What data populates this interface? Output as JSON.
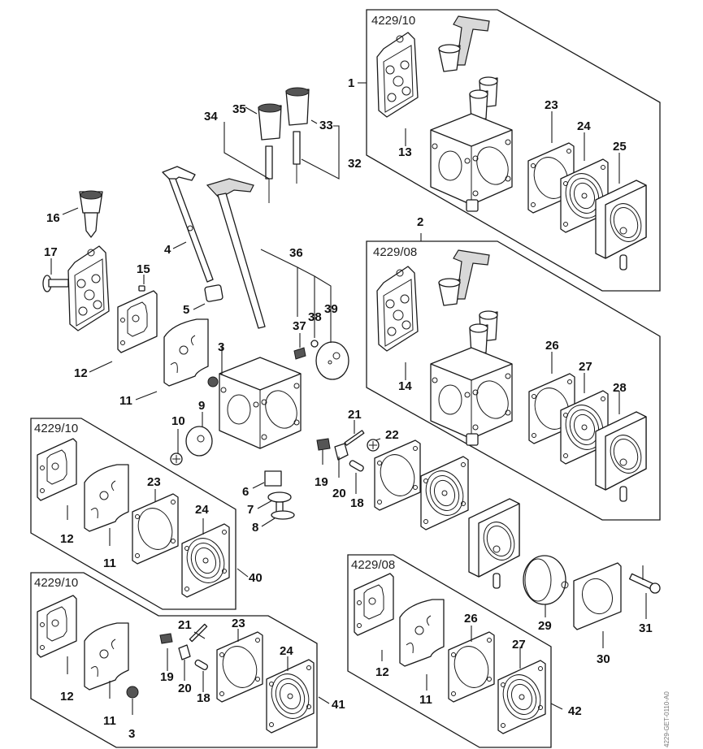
{
  "diagram": {
    "title": "Carburetor exploded parts diagram",
    "doc_id": "4229-GET-0110-A0",
    "kit_labels": {
      "top_kit": "4229/10",
      "middle_kit": "4229/08",
      "left_kit_40": "4229/10",
      "left_kit_41": "4229/10",
      "right_kit_42": "4229/08"
    },
    "callouts": {
      "c1": "1",
      "c2": "2",
      "c3a": "3",
      "c3b": "3",
      "c4": "4",
      "c5": "5",
      "c6": "6",
      "c7": "7",
      "c8": "8",
      "c9": "9",
      "c10": "10",
      "c11a": "11",
      "c11b": "11",
      "c11c": "11",
      "c11d": "11",
      "c12a": "12",
      "c12b": "12",
      "c12c": "12",
      "c12d": "12",
      "c13": "13",
      "c14": "14",
      "c15": "15",
      "c16": "16",
      "c17": "17",
      "c18a": "18",
      "c18b": "18",
      "c19a": "19",
      "c19b": "19",
      "c20a": "20",
      "c20b": "20",
      "c21a": "21",
      "c21b": "21",
      "c22": "22",
      "c23a": "23",
      "c23b": "23",
      "c23c": "23",
      "c24a": "24",
      "c24b": "24",
      "c24c": "24",
      "c25": "25",
      "c26a": "26",
      "c26b": "26",
      "c27a": "27",
      "c27b": "27",
      "c28": "28",
      "c29": "29",
      "c30": "30",
      "c31": "31",
      "c32": "32",
      "c33": "33",
      "c34": "34",
      "c35": "35",
      "c36": "36",
      "c37": "37",
      "c38": "38",
      "c39": "39",
      "c40": "40",
      "c41": "41",
      "c42": "42"
    }
  }
}
